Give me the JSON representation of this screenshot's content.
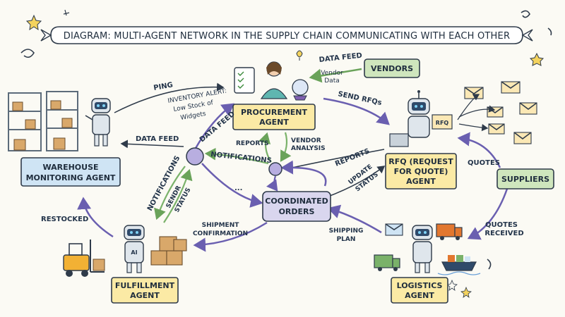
{
  "title": "DIAGRAM: MULTI-AGENT NETWORK IN THE SUPPLY CHAIN COMMUNICATING WITH EACH OTHER",
  "colors": {
    "blue_box": "#cfe4f4",
    "yellow_box": "#fbeaa5",
    "green_box": "#cfe6bd",
    "lavender_box": "#d9d6ee",
    "purple_node": "#b8aee0",
    "purple_arrow": "#6a5fb0",
    "green_arrow": "#7ab26a",
    "dark_stroke": "#2f3b4a"
  },
  "agents": {
    "warehouse": [
      "WAREHOUSE",
      "MONITORING AGENT"
    ],
    "procurement": [
      "PROCUREMENT",
      "AGENT"
    ],
    "rfq": [
      "RFQ (REQUEST",
      "FOR QUOTE)",
      "AGENT"
    ],
    "coordinated": [
      "COORDINATED",
      "ORDERS"
    ],
    "fulfillment": [
      "FULFILLMENT",
      "AGENT"
    ],
    "logistics": [
      "LOGISTICS",
      "AGENT"
    ],
    "vendors": "VENDORS",
    "suppliers": "SUPPLIERS"
  },
  "labels": {
    "ping": "PING",
    "inventory_alert": [
      "INVENTORY ALERT:",
      "Low Stock of",
      "Widgets"
    ],
    "data_feed_left": "DATA FEED",
    "data_feed_diag": "DATA FEED",
    "data_feed_top": "DATA FEED",
    "vendor_data": [
      "Vendor",
      "Data"
    ],
    "send_rfqs": "SEND RFQs",
    "reports_top": "REPORTS",
    "vendor_analysis": [
      "VENDOR",
      "ANALYSIS"
    ],
    "notifications_h": "NOTIFICATIONS",
    "notifications_diag": "NOTIFICATIONS",
    "send_status": [
      "SENDR",
      "STATUS"
    ],
    "reports_right": "REPORTS",
    "update_status": [
      "UPDATE",
      "STATUS"
    ],
    "quotes": "QUOTES",
    "quotes_received": [
      "QUOTES",
      "RECEIVED"
    ],
    "restocked": "RESTOCKED",
    "shipment_confirmation": [
      "SHIPMENT",
      "CONFIRMATION"
    ],
    "shipping_plan": [
      "SHIPPING",
      "PLAN"
    ],
    "ellipsis": "...",
    "rfq_tag": "RFQ",
    "ai_tag": "AI"
  }
}
